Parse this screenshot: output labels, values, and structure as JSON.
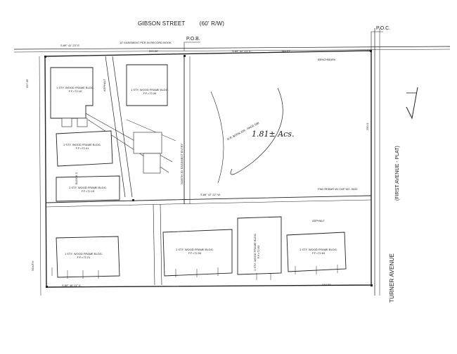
{
  "streets": {
    "top": "GIBSON STREET",
    "top_rw": "(60' R/W)",
    "right_plat": "(FIRST AVENUE - PLAT)",
    "right": "TURNER AVENUE",
    "left": "SOUTH"
  },
  "points": {
    "pob": "P.O.B.",
    "poc": "P.O.C."
  },
  "bearings": {
    "top_main": "S.89° 42' 23\" E.",
    "top_left": "S.89° 41' 23\" E.",
    "top_dist": "229.00'",
    "top_dist_right": "144.07'",
    "right_dist": "250.0'",
    "bottom_left": "S.89° 46' 01\" E.",
    "bottom_dist": "344.00'",
    "mid_bearing": "S.89° 47' 22\" W.",
    "left_dist": "257.35'"
  },
  "area": "1.81± Acs.",
  "labels": {
    "asphalt": "ASPHALT",
    "asphalt_right": "ASPHALT",
    "block": "BLOCK 3",
    "easement": "10' EASEMENT PER IN RECORD BOOK",
    "benchmark": "BENCHMARK",
    "records": "O.R. BOOK 209 - PAGE 598",
    "north_easement": "NORTH 30' EASEMENT ENTRY",
    "fnd_rebar": "FND REBAR W/ CAP NO. 5432"
  },
  "buildings": [
    {
      "name": "1 STY. WOOD FRAME BLDG.",
      "ff": "F.F.=72.15"
    },
    {
      "name": "1 STY. WOOD FRAME BLDG.",
      "ff": "F.F.=72.09"
    },
    {
      "name": "1 STY. WOOD FRAME BLDG.",
      "ff": "F.F.=72.41"
    },
    {
      "name": "1 STY. WOOD FRAME BLDG.",
      "ff": "F.F.=72.19"
    },
    {
      "name": "1 STY. WOOD FRAME BLDG.",
      "ff": "F.F.=72.21"
    },
    {
      "name": "1 STY. WOOD FRAME BLDG.",
      "ff": "F.F.=72.53"
    },
    {
      "name": "1 STY. WOOD FRAME BLDG.",
      "ff": "F.F.=72.63"
    },
    {
      "name": "1 STY. WOOD FRAME BLDG.",
      "ff": "F.F.=72.63"
    }
  ]
}
